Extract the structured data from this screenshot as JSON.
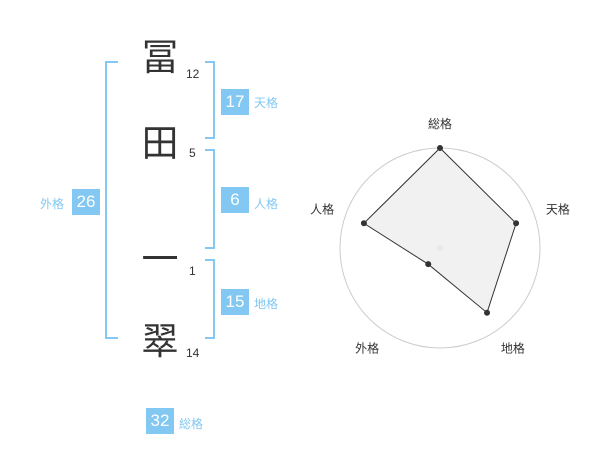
{
  "name_chars": [
    {
      "char": "冨",
      "strokes": "12"
    },
    {
      "char": "田",
      "strokes": "5"
    },
    {
      "char": "一",
      "strokes": "1"
    },
    {
      "char": "翠",
      "strokes": "14"
    }
  ],
  "fortunes": {
    "tenkaku": {
      "label": "天格",
      "value": "17"
    },
    "jinkaku": {
      "label": "人格",
      "value": "6"
    },
    "chikaku": {
      "label": "地格",
      "value": "15"
    },
    "gaikaku": {
      "label": "外格",
      "value": "26"
    },
    "soukaku": {
      "label": "総格",
      "value": "32"
    }
  },
  "colors": {
    "accent": "#82c8f2",
    "text": "#333333",
    "radar_fill": "#efefef",
    "radar_ring": "#cccccc"
  },
  "chart_data": {
    "type": "radar",
    "axes": [
      "総格",
      "天格",
      "地格",
      "外格",
      "人格"
    ],
    "values": [
      5,
      4,
      4,
      1,
      4
    ],
    "rlim": [
      0,
      5
    ],
    "grid": true
  }
}
